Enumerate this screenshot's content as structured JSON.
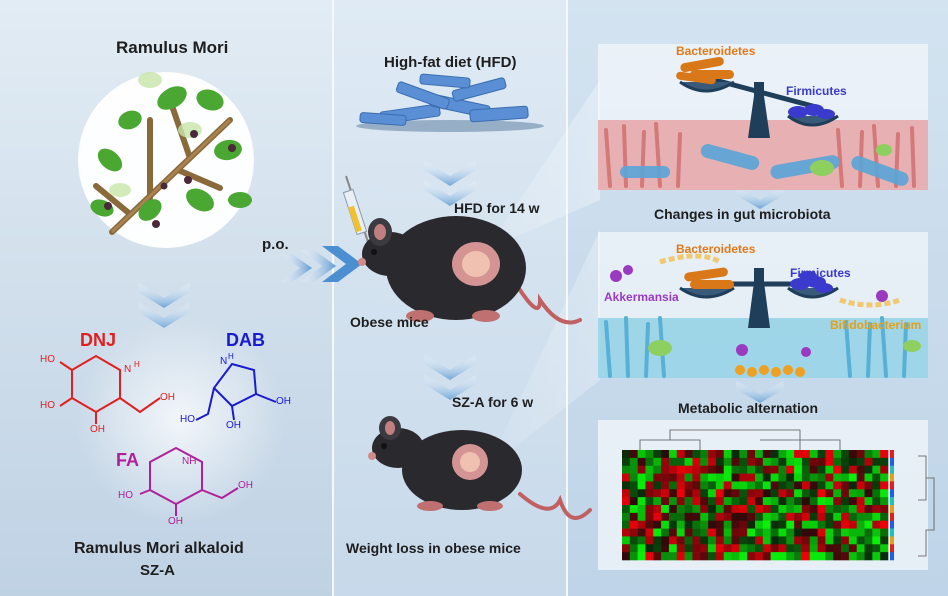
{
  "left": {
    "title": "Ramulus Mori",
    "compounds": {
      "dnj": "DNJ",
      "dab": "DAB",
      "fa": "FA"
    },
    "atoms": {
      "ho": "HO",
      "oh": "OH",
      "nh": "NH",
      "n": "N",
      "h": "H"
    },
    "bottom_title": "Ramulus Mori alkaloid",
    "bottom_sub": "SZ-A",
    "route": "p.o."
  },
  "middle": {
    "diet": "High-fat diet (HFD)",
    "hfd_duration": "HFD for 14 w",
    "obese": "Obese mice",
    "sza_duration": "SZ-A for 6 w",
    "weight_loss": "Weight loss in obese mice"
  },
  "right": {
    "bacteroidetes": "Bacteroidetes",
    "firmicutes": "Firmicutes",
    "changes": "Changes in gut microbiota",
    "akkermansia": "Akkermansia",
    "bifidobacterium": "Bifidobacterium",
    "metabolic": "Metabolic alternation"
  },
  "colors": {
    "dnj": "#e02020",
    "dab": "#1a1ad0",
    "fa": "#b0209a",
    "bacteroidetes": "#e07a18",
    "firmicutes": "#3a3acc",
    "akkermansia": "#9a3ac0",
    "bifidobacterium": "#e6a018",
    "mouse": "#2a2a2e",
    "heat_high": "#ff2020",
    "heat_low": "#20e020"
  }
}
